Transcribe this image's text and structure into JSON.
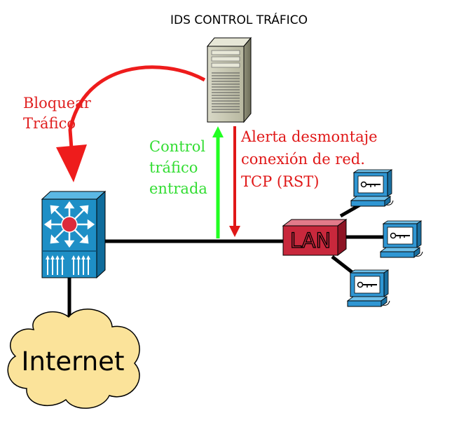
{
  "title": "IDS CONTROL TRÁFICO",
  "labels": {
    "block_line1": "Bloquear",
    "block_line2": "Tráfico",
    "control_line1": "Control",
    "control_line2": "tráfico",
    "control_line3": "entrada",
    "alert_line1": "Alerta desmontaje",
    "alert_line2": "conexión de red.",
    "alert_line3": "TCP (RST)",
    "lan": "LAN",
    "internet": "Internet"
  },
  "colors": {
    "block_arrow": "#ee1c1c",
    "block_text": "#e02020",
    "control_arrow": "#22ff22",
    "control_text": "#33dd33",
    "alert_arrow": "#e01818",
    "alert_text": "#e01818",
    "switch_fill": "#1e8fc6",
    "lan_fill": "#c8283c",
    "cloud_fill": "#fbe39a",
    "pc_fill": "#2f96d3",
    "server_fill": "#c9c9b2"
  },
  "icons": {
    "server": "tower-server-icon",
    "switch": "multilayer-switch-icon",
    "lan": "lan-hub-icon",
    "cloud": "internet-cloud-icon",
    "pc": "workstation-icon"
  }
}
